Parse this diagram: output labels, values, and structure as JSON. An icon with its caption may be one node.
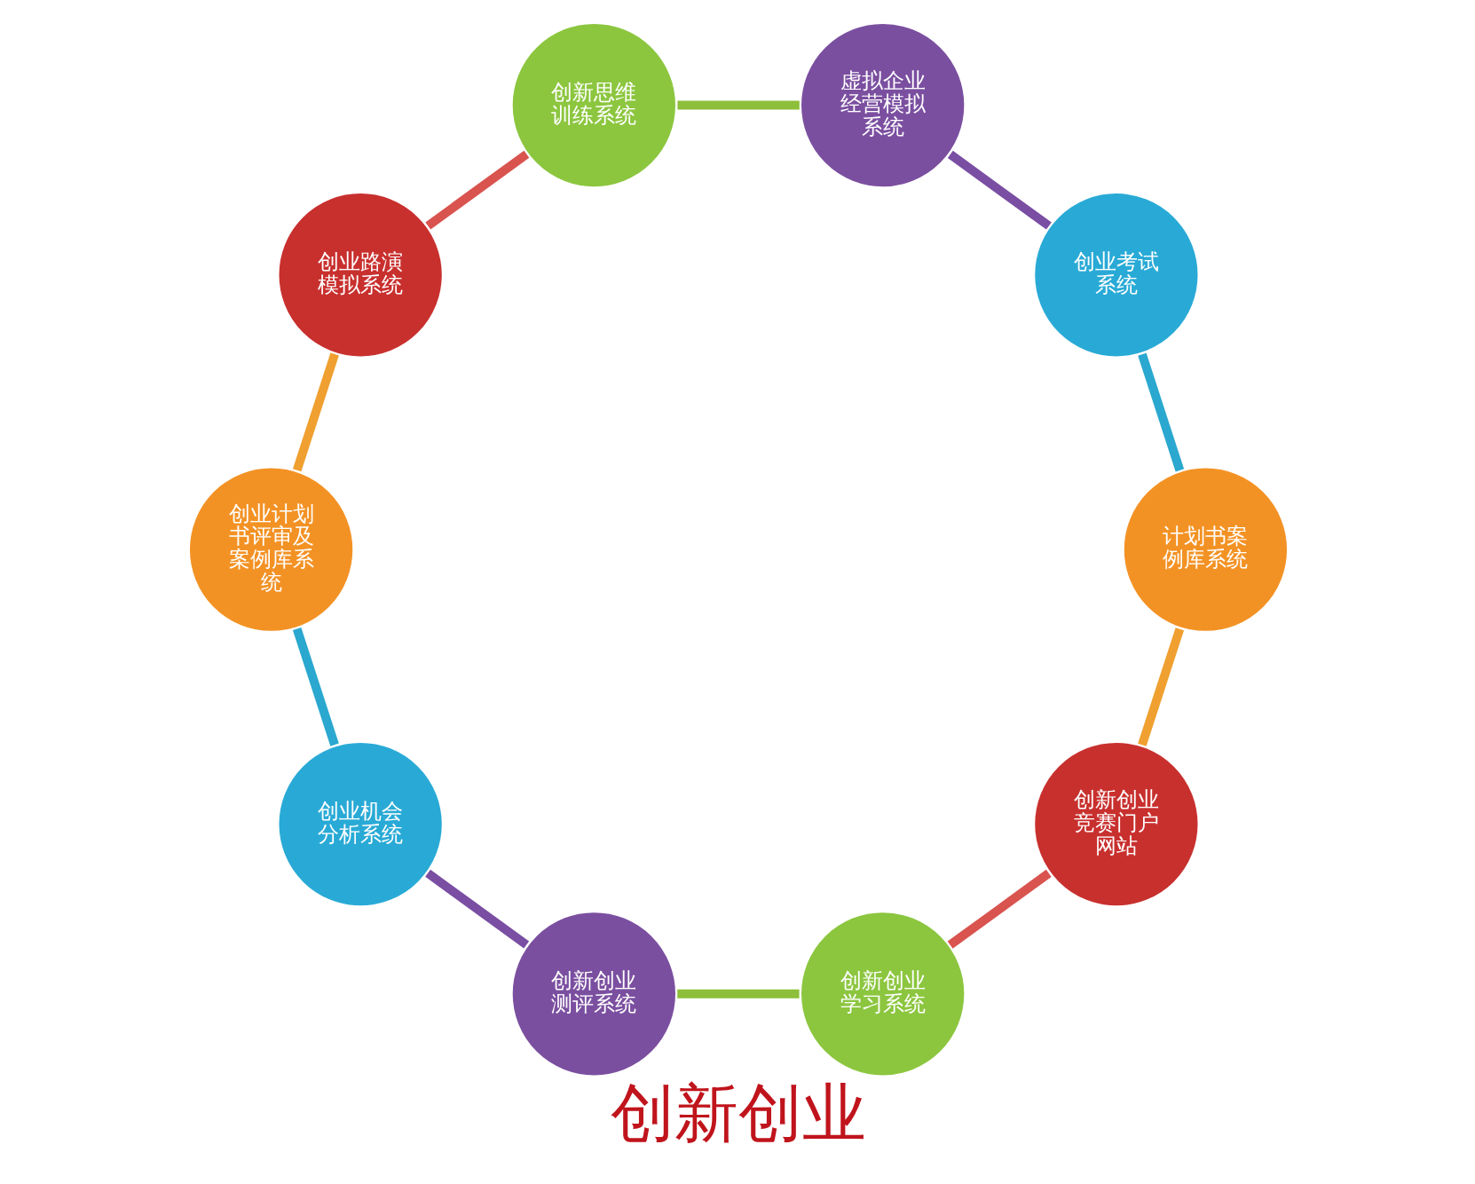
{
  "diagram": {
    "title": "创新创业",
    "nodes": [
      {
        "text": [
          "创新创业竞赛门户网站"
        ]
      },
      {
        "text": [
          "创新创业学习系统"
        ]
      },
      {
        "text": [
          "创新创业测评系统"
        ]
      },
      {
        "text": [
          "创业机会分析系统"
        ]
      },
      {
        "text": [
          "创业计划书评审及案例库系统"
        ]
      },
      {
        "text": [
          "创业路演模拟系统"
        ]
      },
      {
        "text": [
          "创新思维训练系统"
        ]
      },
      {
        "text": [
          "虚拟企业经营模拟系统"
        ]
      },
      {
        "text": [
          "创业考试系统"
        ]
      },
      {
        "text": [
          "计划书案例库系统"
        ]
      }
    ],
    "edges": [
      {
        "from": 0,
        "to": 1,
        "arrow": "none",
        "color": "#d9534f"
      },
      {
        "from": 1,
        "to": 2,
        "arrow": "none",
        "color": "#8dbf3a"
      },
      {
        "from": 2,
        "to": 3,
        "arrow": "none",
        "color": "#7a4ea3"
      },
      {
        "from": 3,
        "to": 4,
        "arrow": "none",
        "color": "#2aa8cf"
      },
      {
        "from": 4,
        "to": 5,
        "arrow": "none",
        "color": "#f0a030"
      },
      {
        "from": 5,
        "to": 6,
        "arrow": "none",
        "color": "#d9534f"
      },
      {
        "from": 6,
        "to": 7,
        "arrow": "none",
        "color": "#8dbf3a"
      },
      {
        "from": 7,
        "to": 8,
        "arrow": "none",
        "color": "#7a4ea3"
      },
      {
        "from": 8,
        "to": 9,
        "arrow": "none",
        "color": "#2aa8cf"
      },
      {
        "from": 9,
        "to": 0,
        "arrow": "none",
        "color": "#f0a030"
      }
    ]
  }
}
